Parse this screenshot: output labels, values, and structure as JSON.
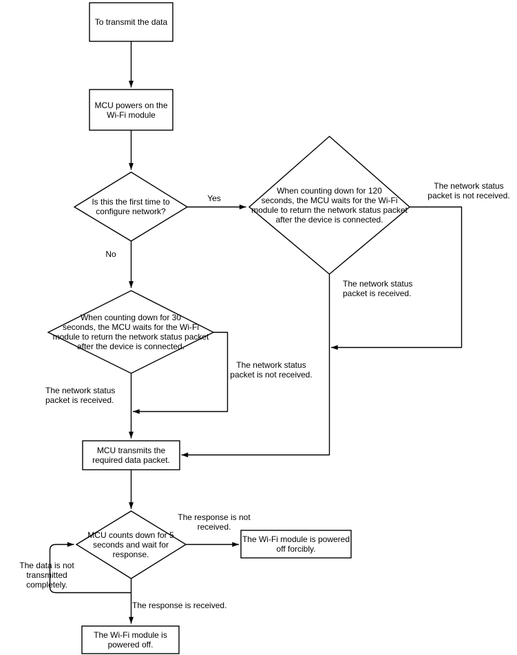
{
  "nodes": {
    "start": {
      "label": "To transmit the data"
    },
    "power_on": {
      "label": "MCU powers on the\nWi-Fi module"
    },
    "first_time": {
      "label": "Is this the first time to\nconfigure network?"
    },
    "wait_120": {
      "label": "When counting down for 120\nseconds, the MCU waits for the Wi-Fi\nmodule to return the network status packet\nafter the device is connected."
    },
    "wait_30": {
      "label": "When counting down for 30\nseconds, the MCU waits for the Wi-Fi\nmodule to return the network status packet\nafter the device is connected."
    },
    "transmit": {
      "label": "MCU transmits the\nrequired data packet."
    },
    "wait_5": {
      "label": "MCU counts down for 5\nseconds and wait for\nresponse."
    },
    "power_off_forcibly": {
      "label": "The Wi-Fi module is powered\noff forcibly."
    },
    "power_off": {
      "label": "The Wi-Fi module is\npowered off."
    }
  },
  "edge_labels": {
    "yes": "Yes",
    "no": "No",
    "wait120_not_received": "The network status\npacket is not received.",
    "wait120_received": "The network status\npacket is received.",
    "wait30_not_received": "The network status\npacket is not received.",
    "wait30_received": "The network status\npacket is received.",
    "response_not_received": "The response is not\nreceived.",
    "response_received": "The response is received.",
    "data_not_transmitted": "The data is not\ntransmitted completely."
  },
  "colors": {
    "stroke": "#000000",
    "node_fill": "#ffffff",
    "text": "#000000",
    "background": "#ffffff"
  }
}
